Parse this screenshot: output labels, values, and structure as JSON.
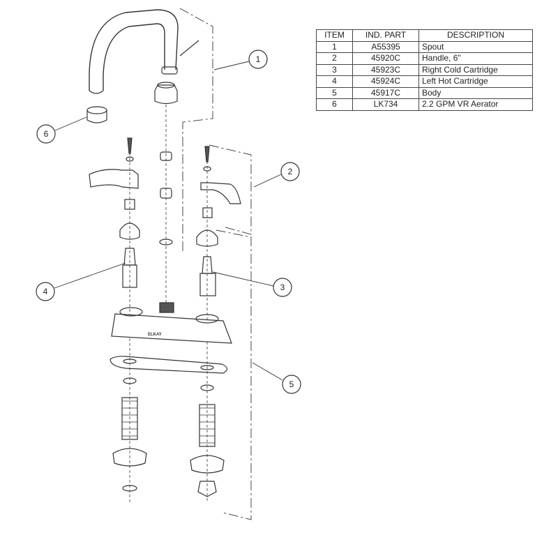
{
  "parts_table": {
    "headers": [
      "ITEM",
      "IND. PART",
      "DESCRIPTION"
    ],
    "rows": [
      {
        "item": "1",
        "part": "A55395",
        "description": "Spout"
      },
      {
        "item": "2",
        "part": "45920C",
        "description": "Handle, 6\""
      },
      {
        "item": "3",
        "part": "45923C",
        "description": "Right Cold Cartridge"
      },
      {
        "item": "4",
        "part": "45924C",
        "description": "Left Hot Cartridge"
      },
      {
        "item": "5",
        "part": "45917C",
        "description": "Body"
      },
      {
        "item": "6",
        "part": "LK734",
        "description": "2.2 GPM VR Aerator"
      }
    ]
  },
  "callouts": [
    "1",
    "2",
    "3",
    "4",
    "5",
    "6"
  ],
  "body_logo": "ELKAY"
}
